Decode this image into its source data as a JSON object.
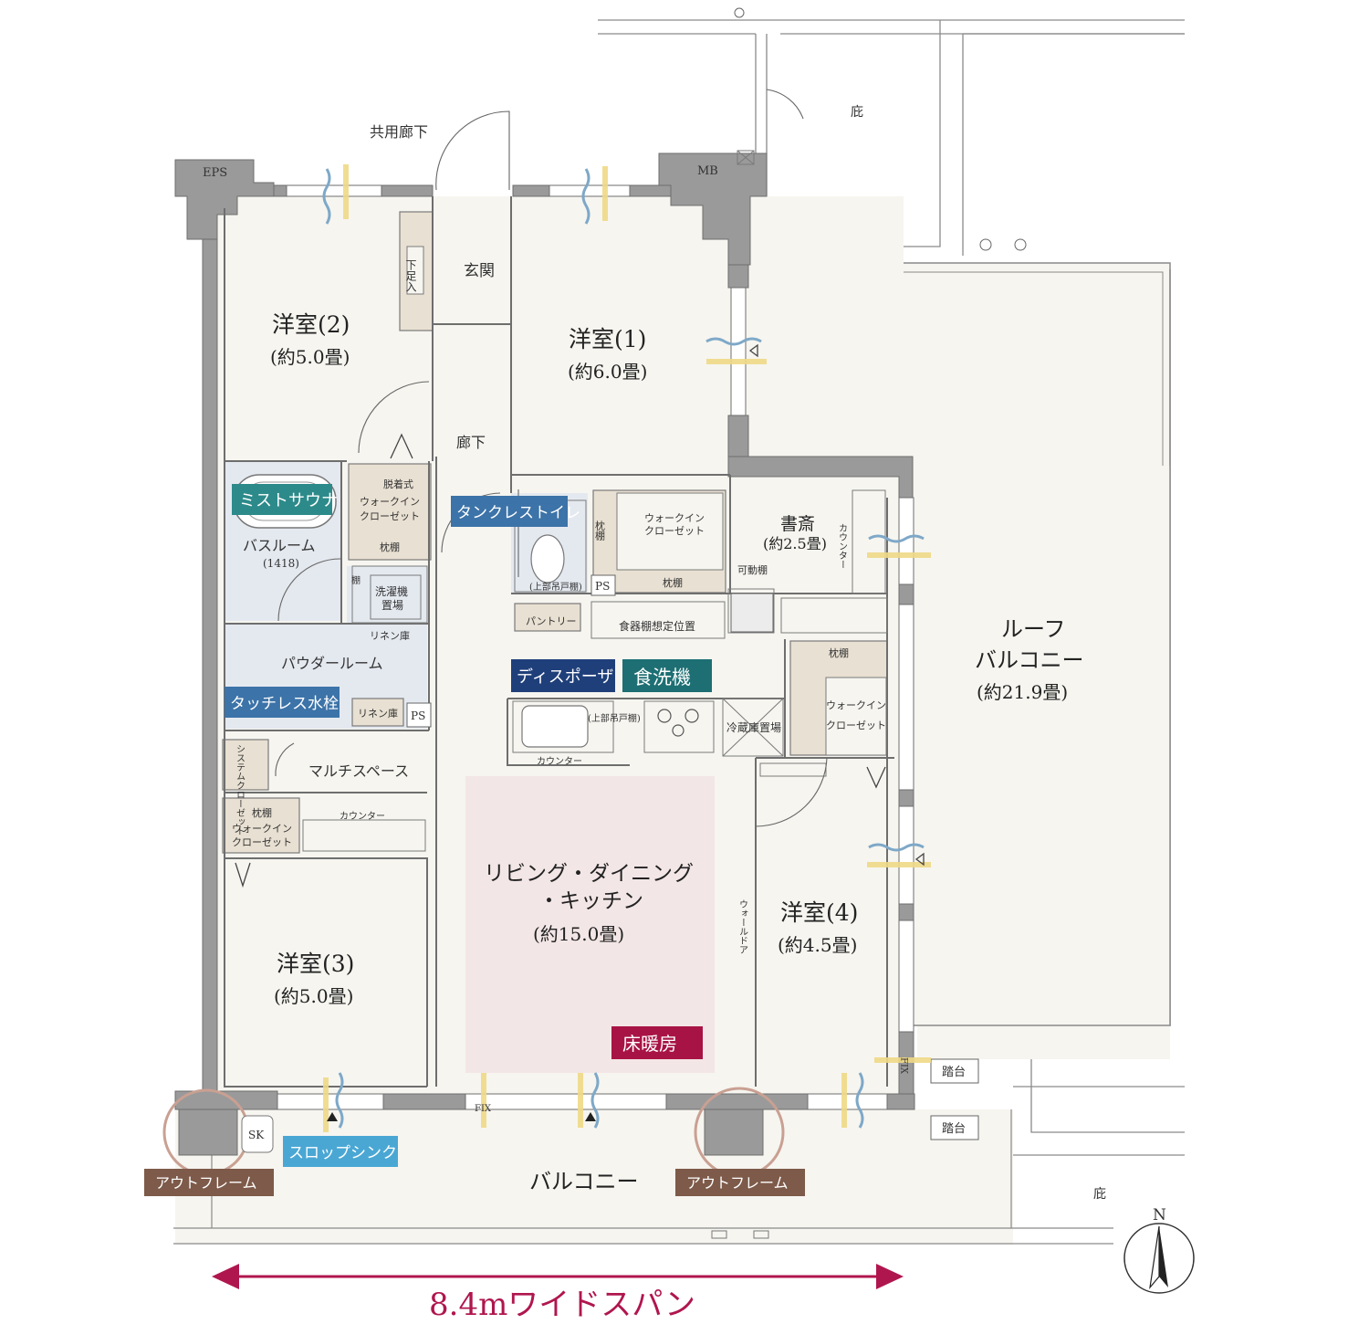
{
  "labels": {
    "common_corridor": "共用廊下",
    "eaves_top": "庇",
    "eaves_bottom": "庇",
    "eps": "EPS",
    "mb": "MB",
    "genkan": "玄関",
    "shoe_box": "下足入",
    "hallway": "廊下",
    "room2_name": "洋室(2)",
    "room2_size": "(約5.0畳)",
    "room1_name": "洋室(1)",
    "room1_size": "(約6.0畳)",
    "roof_balcony_line1": "ルーフ",
    "roof_balcony_line2": "バルコニー",
    "roof_balcony_size": "(約21.9畳)",
    "wic_dressing_1": "脱着式",
    "wic_dressing_2": "ウォークイン",
    "wic_dressing_3": "クローゼット",
    "pillow_shelf": "枕棚",
    "bathroom": "バスルーム",
    "bathroom_size": "(1418)",
    "shelf": "棚",
    "washer_1": "洗濯機",
    "washer_2": "置場",
    "linen_1": "リネン庫",
    "powder_room": "パウダールーム",
    "linen_2": "リネン庫",
    "ps_1": "PS",
    "ps_2": "PS",
    "upper_cabinet_1": "(上部吊戸棚)",
    "upper_cabinet_2": "(上部吊戸棚)",
    "wic_kitchen_1": "ウォークイン",
    "wic_kitchen_2": "クローゼット",
    "pillow_shelf_vert": "枕棚",
    "pillow_shelf_2": "枕棚",
    "study_name": "書斎",
    "study_size": "(約2.5畳)",
    "counter_vert": "カウンター",
    "adjustable_shelf": "可動棚",
    "pantry": "パントリー",
    "dish_cabinet": "食器棚想定位置",
    "counter_kitchen": "カウンター",
    "fridge": "冷蔵庫置場",
    "pillow_shelf_3": "枕棚",
    "wic_room4_1": "ウォークイン",
    "wic_room4_2": "クローゼット",
    "system_closet": "システムクローゼット",
    "multi_space": "マルチスペース",
    "counter_multi": "カウンター",
    "pillow_shelf_4": "枕棚",
    "wic_room3_1": "ウォークイン",
    "wic_room3_2": "クローゼット",
    "ldk_line1": "リビング・ダイニング",
    "ldk_line2": "・キッチン",
    "ldk_size": "(約15.0畳)",
    "wall_door": "ウォールドア",
    "room4_name": "洋室(4)",
    "room4_size": "(約4.5畳)",
    "room3_name": "洋室(3)",
    "room3_size": "(約5.0畳)",
    "step_1": "踏台",
    "step_2": "踏台",
    "fix_1": "FIX",
    "fix_2": "FIX",
    "sk": "SK",
    "balcony": "バルコニー",
    "north": "N",
    "wide_span": "8.4mワイドスパン"
  },
  "badges": {
    "mist_sauna": "ミストサウナ",
    "tankless_toilet": "タンクレストイレ",
    "touchless_faucet": "タッチレス水栓",
    "disposer": "ディスポーザ",
    "dishwasher": "食洗機",
    "floor_heating": "床暖房",
    "slop_sink": "スロップシンク",
    "outframe_left": "アウトフレーム",
    "outframe_right": "アウトフレーム"
  },
  "colors": {
    "wall": "#9a9a9a",
    "floor": "#f6f5f0",
    "wet_area": "#e4e9f0",
    "closet": "#e8e0d2",
    "ldk_highlight": "#f3e6e6",
    "badge_teal": "#2d8a8a",
    "badge_blue": "#3c73a8",
    "badge_navy": "#1f3f7a",
    "badge_dark_teal": "#1d6f73",
    "badge_crimson": "#a81345",
    "badge_light_blue": "#4aa7d4",
    "badge_brown": "#7d5a49",
    "wide_span": "#b0164e"
  }
}
